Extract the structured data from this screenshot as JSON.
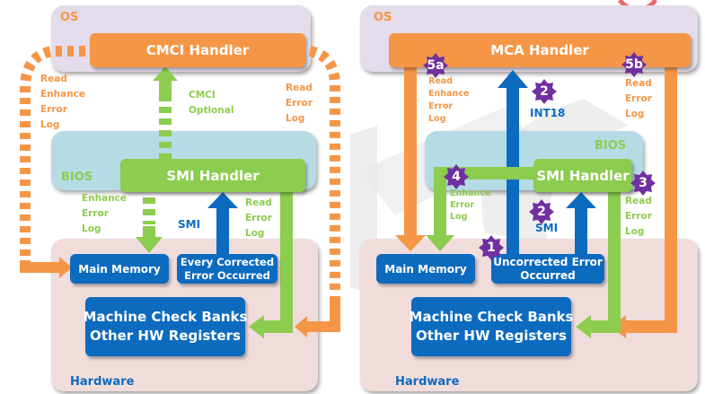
{
  "colors": {
    "os_layer": "#e4dcea",
    "bios_layer": "#b5dbe5",
    "hardware_layer": "#f1dcdc",
    "os_handler": "#f59646",
    "smi_handler": "#8ccc4e",
    "hardware_box": "#0d6bbf",
    "step_badge": "#7030a0"
  },
  "left": {
    "layers": {
      "os": "OS",
      "bios": "BIOS",
      "hardware": "Hardware"
    },
    "os_handler": "CMCI  Handler",
    "smi_handler": "SMI Handler",
    "main_memory": "Main Memory",
    "error_box": "Every Corrected\nError Occurred",
    "banks_box": "Machine Check Banks\nOther HW Registers",
    "labels": {
      "read_enhance_error_log": "Read\nEnhance\nError\nLog",
      "cmci_optional": "CMCI\nOptional",
      "read_error_log_os": "Read\nError\nLog",
      "enhance_error_log": "Enhance\nError\nLog",
      "smi": "SMI",
      "read_error_log_bios": "Read\nError\nLog"
    }
  },
  "right": {
    "layers": {
      "os": "OS",
      "bios": "BIOS",
      "hardware": "Hardware"
    },
    "os_handler": "MCA Handler",
    "smi_handler": "SMI Handler",
    "main_memory": "Main Memory",
    "error_box": "Uncorrected Error\nOccurred",
    "banks_box": "Machine Check Banks\nOther HW Registers",
    "labels": {
      "read_enhance_error_log": "Read\nEnhance\nError\nLog",
      "int18": "INT18",
      "read_error_log_os": "Read\nError\nLog",
      "enhance_error_log": "Enhance\nError\nLog",
      "smi": "SMI",
      "read_error_log_bios": "Read\nError\nLog"
    },
    "steps": {
      "s1": "1",
      "s2_int18": "2",
      "s2_smi": "2",
      "s3": "3",
      "s4": "4",
      "s5a": "5a",
      "s5b": "5b"
    }
  }
}
